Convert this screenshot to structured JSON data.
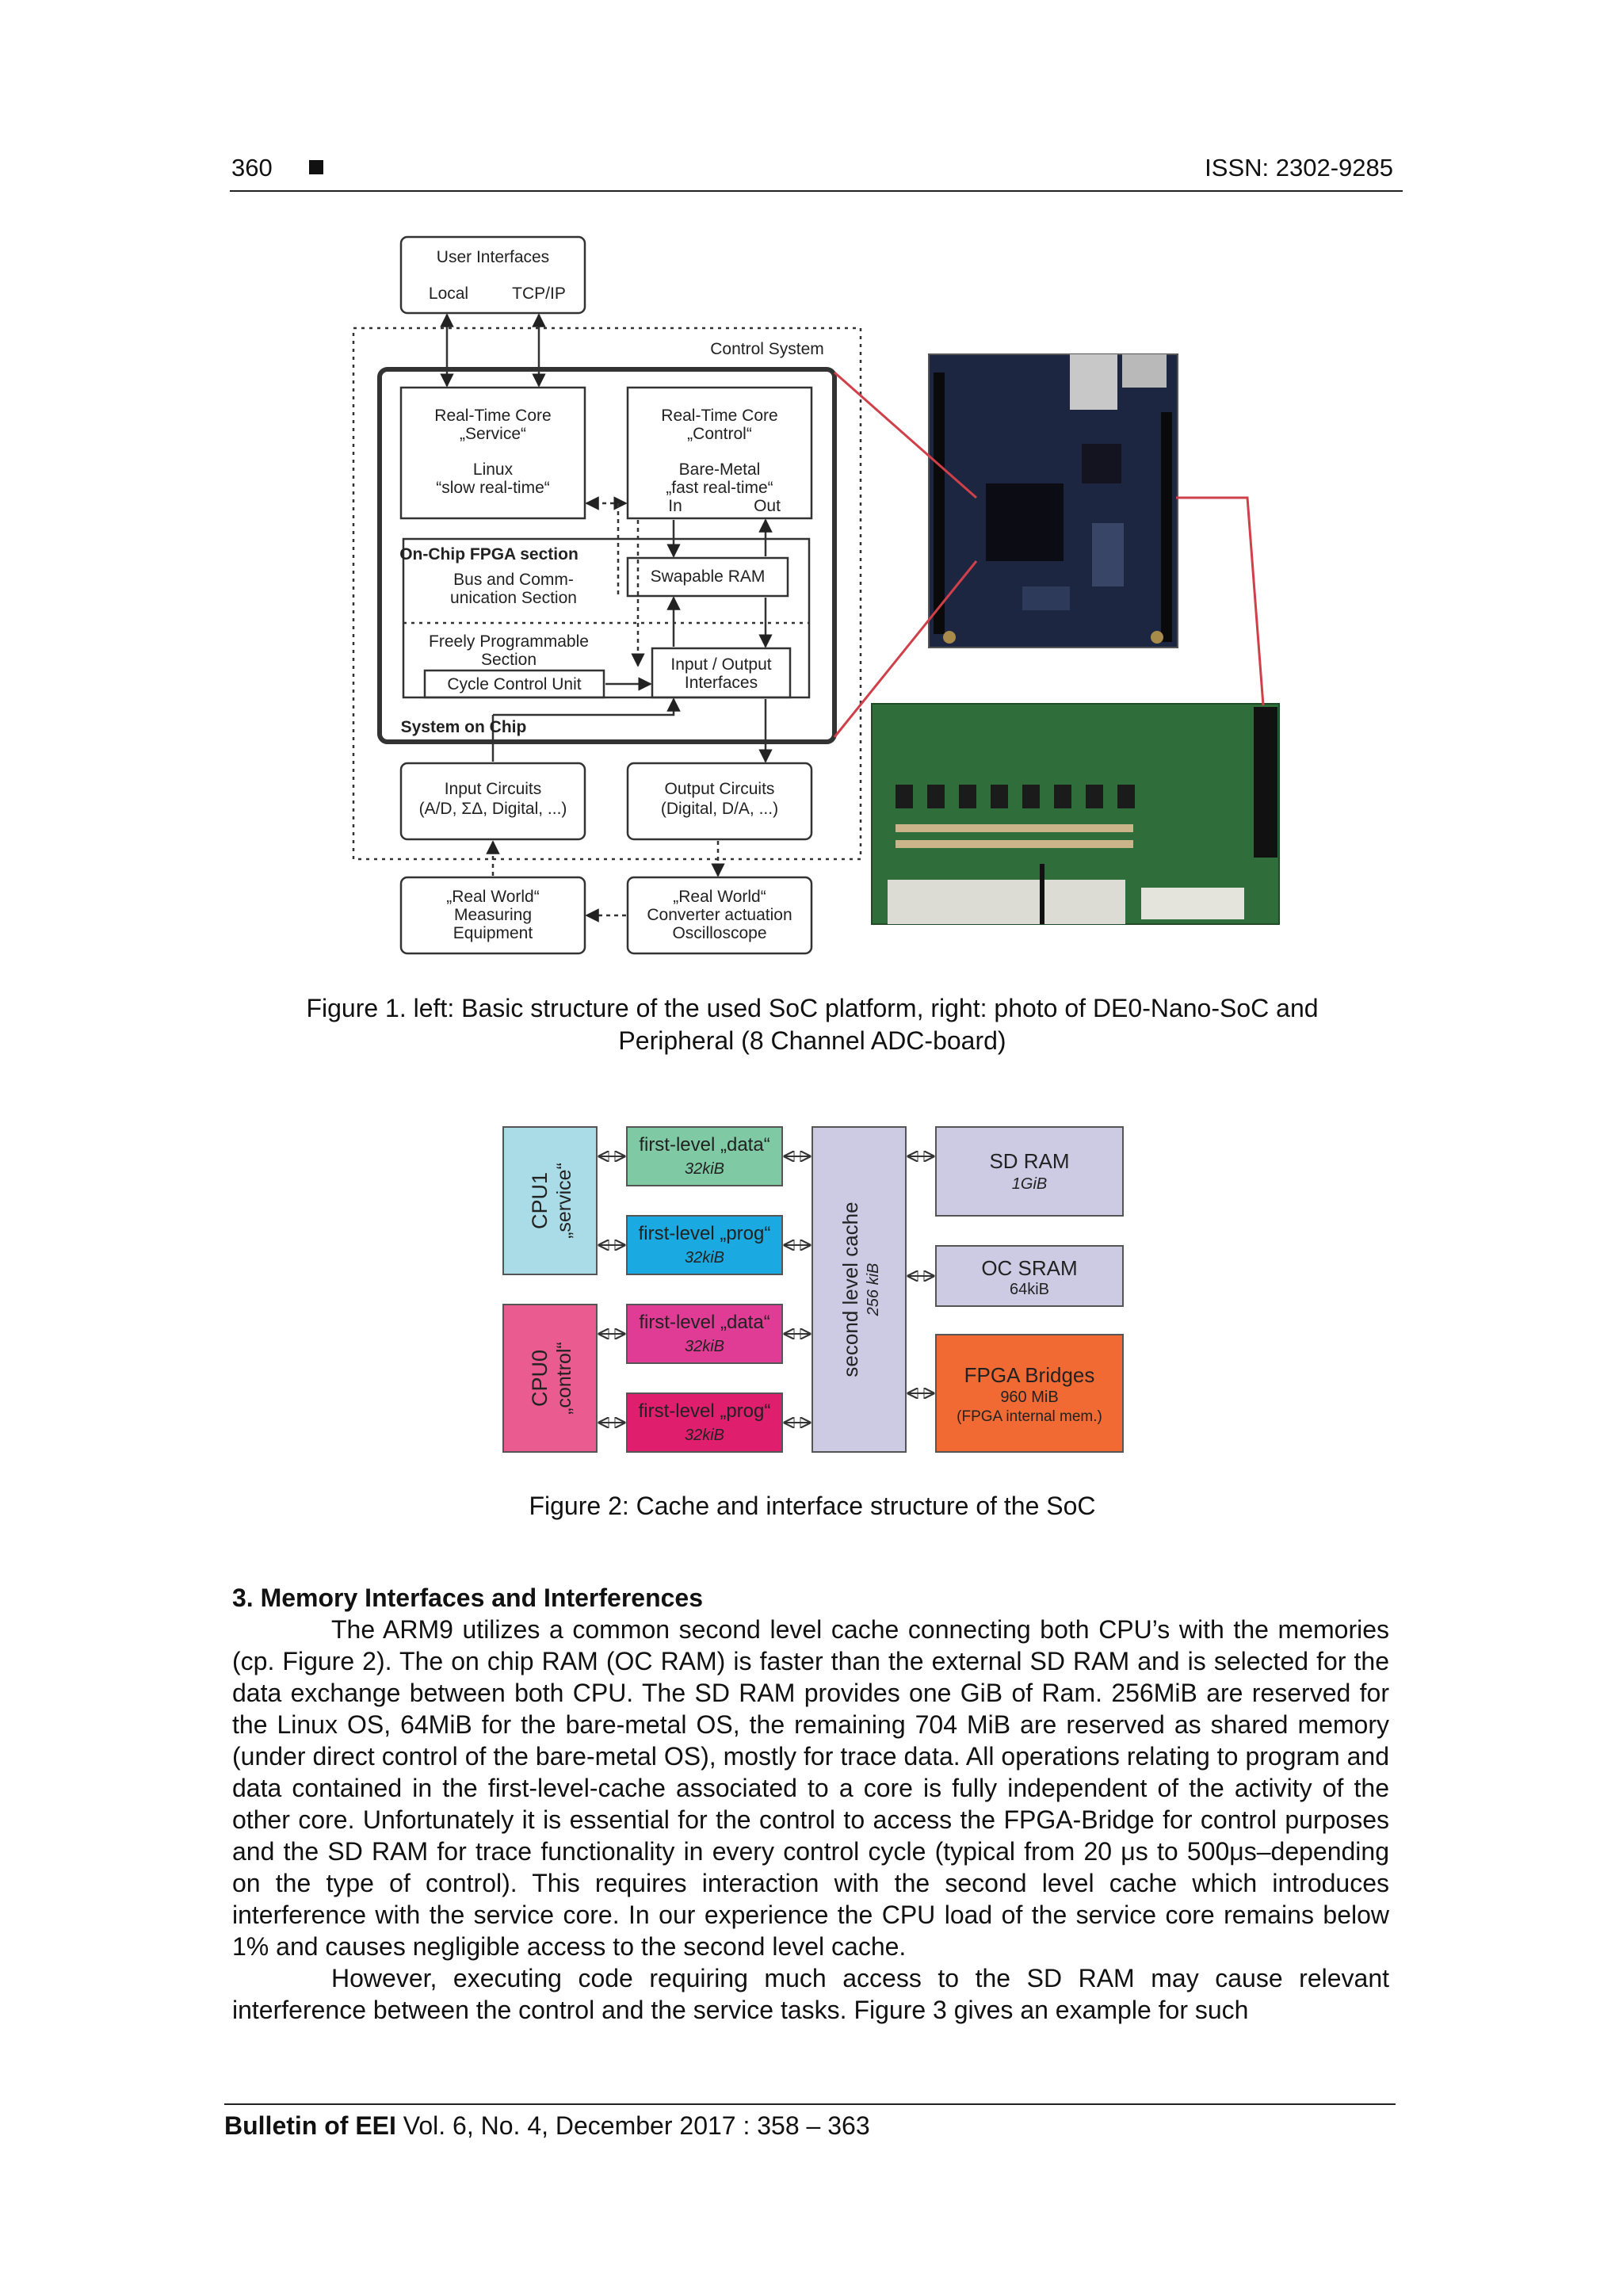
{
  "header": {
    "page_number": "360",
    "issn": "ISSN: 2302-9285"
  },
  "figure1": {
    "user_interfaces": {
      "title": "User Interfaces",
      "local": "Local",
      "tcpip": "TCP/IP"
    },
    "control_system": "Control System",
    "rt_service": [
      "Real-Time Core",
      "„Service“",
      "Linux",
      "“slow real-time“"
    ],
    "rt_control": [
      "Real-Time Core",
      "„Control“",
      "Bare-Metal",
      "„fast real-time“",
      "In",
      "Out"
    ],
    "onchip": "On-Chip FPGA section",
    "bus": [
      "Bus and Comm-",
      "unication Section"
    ],
    "swap": "Swapable RAM",
    "freely": [
      "Freely Programmable",
      "Section"
    ],
    "cycle": "Cycle Control Unit",
    "io": [
      "Input / Output",
      "Interfaces"
    ],
    "soc": "System on Chip",
    "input_circuits": [
      "Input Circuits",
      "(A/D, ΣΔ, Digital, ...)"
    ],
    "output_circuits": [
      "Output Circuits",
      "(Digital, D/A, ...)"
    ],
    "rw_measuring": [
      "„Real World“",
      "Measuring",
      "Equipment"
    ],
    "rw_converter": [
      "„Real World“",
      "Converter actuation",
      "Oscilloscope"
    ],
    "caption_lines": [
      "Figure 1. left: Basic structure of the used SoC platform, right: photo of DE0-Nano-SoC and",
      "Peripheral (8 Channel ADC-board)"
    ]
  },
  "figure2": {
    "cpu1": [
      "CPU1",
      "„service“"
    ],
    "cpu0": [
      "CPU0",
      "„control“"
    ],
    "fl1_data": [
      "first-level „data“",
      "32kiB"
    ],
    "fl1_prog": [
      "first-level „prog“",
      "32kiB"
    ],
    "fl0_data": [
      "first-level „data“",
      "32kiB"
    ],
    "fl0_prog": [
      "first-level „prog“",
      "32kiB"
    ],
    "l2": [
      "second level cache",
      "256 kiB"
    ],
    "sdram": [
      "SD RAM",
      "1GiB"
    ],
    "ocsram": [
      "OC SRAM",
      "64kiB"
    ],
    "fpga": [
      "FPGA Bridges",
      "960 MiB",
      "(FPGA internal mem.)"
    ],
    "colors": {
      "cpu1": "#a9dce6",
      "fl1_data": "#7fcaa5",
      "fl1_prog": "#1aa9e0",
      "cpu0": "#ea5c90",
      "fl0_data": "#e03c95",
      "fl0_prog": "#e01e6e",
      "l2": "#cdcbe4",
      "mem": "#cdcbe4",
      "fpga": "#f26a33"
    },
    "caption": "Figure 2: Cache and interface structure of the SoC"
  },
  "section": {
    "heading": "3. Memory Interfaces and Interferences",
    "paragraphs": [
      "The ARM9 utilizes a common second level cache connecting both CPU’s with the memories (cp. Figure 2). The on chip RAM (OC RAM) is faster than the external SD RAM and is selected for the data exchange between both CPU. The SD RAM provides one GiB of Ram. 256MiB are reserved for the Linux OS, 64MiB for the bare-metal OS, the remaining 704 MiB are reserved as shared memory (under direct control of the bare-metal OS), mostly for trace data. All operations relating to program and data contained in the first-level-cache associated to a core is fully independent of the activity of the other core. Unfortunately it is essential for the control to access the FPGA-Bridge for control purposes and the SD RAM for trace functionality in every control cycle (typical from 20 μs to 500μs–depending on the type of control). This requires interaction with the second level cache which introduces interference with the service core. In our experience the CPU load of the service core remains below 1% and causes negligible access to the second level cache.",
      "However, executing code requiring much access to the SD RAM may cause relevant interference between the control and the service tasks. Figure 3 gives an example for such"
    ]
  },
  "footer": {
    "journal": "Bulletin of EEI",
    "details": "Vol. 6, No. 4, December 2017 :  358 – 363"
  }
}
